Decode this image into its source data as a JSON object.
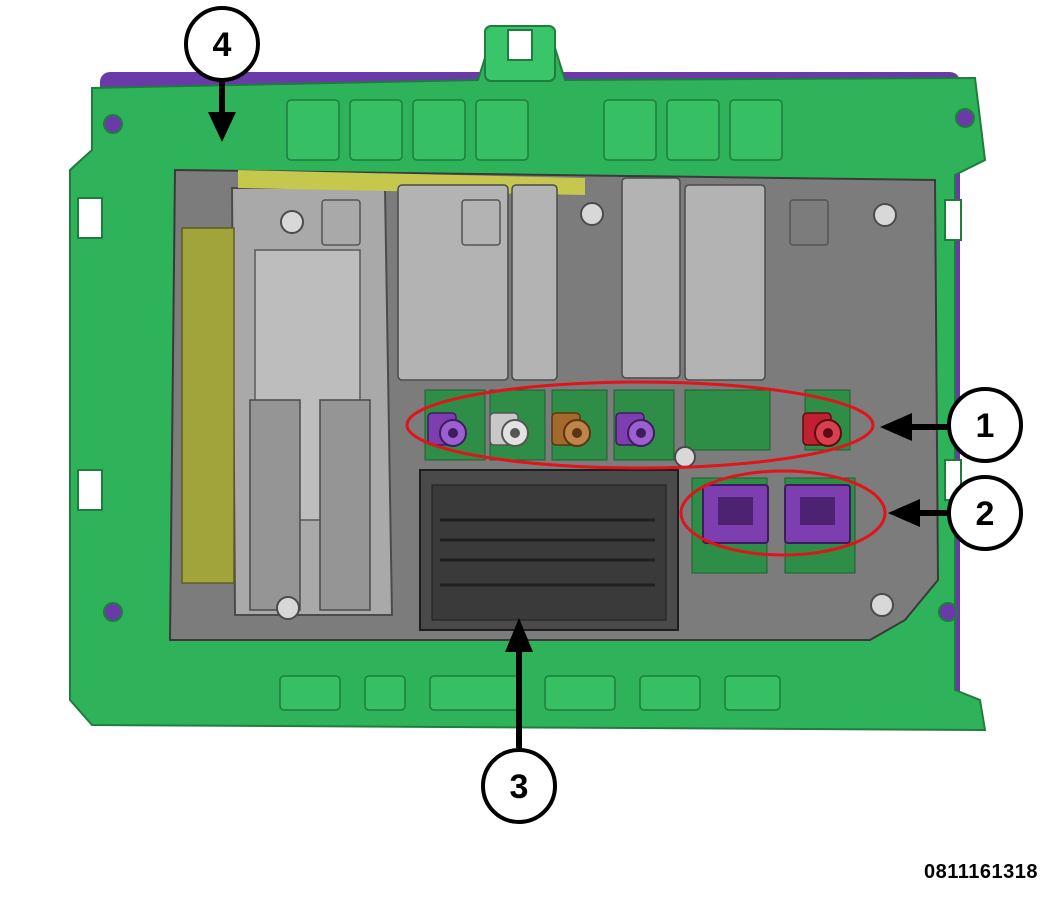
{
  "figure": {
    "document_number": "0811161318",
    "callouts": [
      {
        "id": "1",
        "label": "1"
      },
      {
        "id": "2",
        "label": "2"
      },
      {
        "id": "3",
        "label": "3"
      },
      {
        "id": "4",
        "label": "4"
      }
    ]
  },
  "colors": {
    "bracket": "#2fb35a",
    "bracket_dark": "#1f7d3d",
    "housing": "#7c7c7c",
    "housing_light": "#a9a9a9",
    "housing_dark": "#4b4b4b",
    "label_sticker": "#a1a43a",
    "highlight_ellipse": "#e0141b",
    "connector_purple": "#7d3fb0",
    "connector_gray": "#c8c8c8",
    "connector_brown": "#a4692d",
    "connector_red": "#c02030",
    "underlay_purple": "#6a3aa8"
  }
}
